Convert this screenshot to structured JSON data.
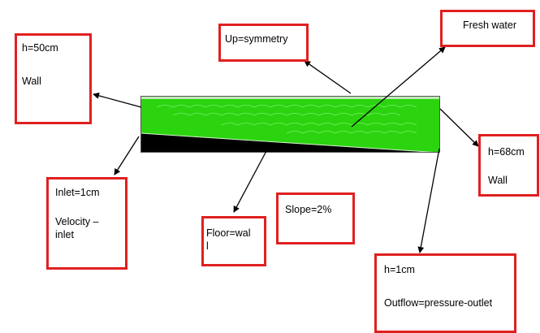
{
  "labels": {
    "wall_left": {
      "height": "h=50cm",
      "type": "Wall"
    },
    "up": "Up=symmetry",
    "fresh_water": "Fresh water",
    "inlet": {
      "size": "Inlet=1cm",
      "type_line1": "Velocity –",
      "type_line2": "inlet"
    },
    "floor": {
      "line1": "Floor=wal",
      "line2": "l"
    },
    "slope": "Slope=2%",
    "wall_right": {
      "height": "h=68cm",
      "type": "Wall"
    },
    "outlet": {
      "height": "h=1cm",
      "type": "Outflow=pressure-outlet"
    }
  },
  "colors": {
    "border": "#e02020",
    "water": "#2bd40f",
    "water_light": "#6cf04e",
    "bed": "#000000",
    "arrow": "#000000"
  }
}
